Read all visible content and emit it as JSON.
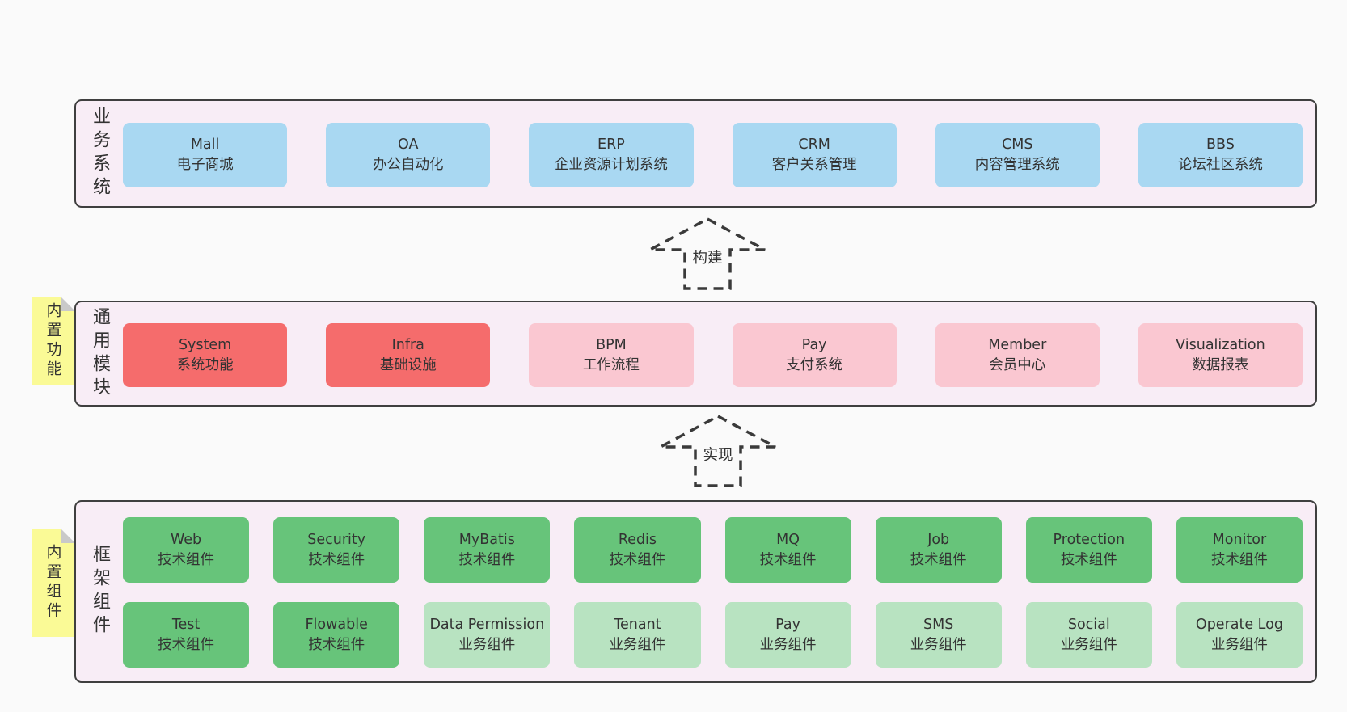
{
  "colors": {
    "page_bg": "#fafafa",
    "panel_bg": "#f8edf6",
    "panel_border": "#3f3f3f",
    "blue_box": "#a9d8f2",
    "red_box": "#f56c6c",
    "pink_box": "#fac7d1",
    "green_box": "#67c47a",
    "light_green_box": "#b8e3c1",
    "sticky_yellow": "#fafa96",
    "sticky_fold": "#c9c9c9"
  },
  "arrows": [
    {
      "label": "构建"
    },
    {
      "label": "实现"
    }
  ],
  "layers": [
    {
      "label": "业务系统",
      "rows": [
        {
          "items": [
            {
              "name": "Mall",
              "desc": "电子商城",
              "type": "blue"
            },
            {
              "name": "OA",
              "desc": "办公自动化",
              "type": "blue"
            },
            {
              "name": "ERP",
              "desc": "企业资源计划系统",
              "type": "blue"
            },
            {
              "name": "CRM",
              "desc": "客户关系管理",
              "type": "blue"
            },
            {
              "name": "CMS",
              "desc": "内容管理系统",
              "type": "blue"
            },
            {
              "name": "BBS",
              "desc": "论坛社区系统",
              "type": "blue"
            }
          ]
        }
      ]
    },
    {
      "label": "通用模块",
      "note": "内置功能",
      "rows": [
        {
          "items": [
            {
              "name": "System",
              "desc": "系统功能",
              "type": "red"
            },
            {
              "name": "Infra",
              "desc": "基础设施",
              "type": "red"
            },
            {
              "name": "BPM",
              "desc": "工作流程",
              "type": "pink"
            },
            {
              "name": "Pay",
              "desc": "支付系统",
              "type": "pink"
            },
            {
              "name": "Member",
              "desc": "会员中心",
              "type": "pink"
            },
            {
              "name": "Visualization",
              "desc": "数据报表",
              "type": "pink"
            }
          ]
        }
      ]
    },
    {
      "label": "框架组件",
      "note": "内置组件",
      "rows": [
        {
          "items": [
            {
              "name": "Web",
              "desc": "技术组件",
              "type": "green"
            },
            {
              "name": "Security",
              "desc": "技术组件",
              "type": "green"
            },
            {
              "name": "MyBatis",
              "desc": "技术组件",
              "type": "green"
            },
            {
              "name": "Redis",
              "desc": "技术组件",
              "type": "green"
            },
            {
              "name": "MQ",
              "desc": "技术组件",
              "type": "green"
            },
            {
              "name": "Job",
              "desc": "技术组件",
              "type": "green"
            },
            {
              "name": "Protection",
              "desc": "技术组件",
              "type": "green"
            },
            {
              "name": "Monitor",
              "desc": "技术组件",
              "type": "green"
            }
          ]
        },
        {
          "items": [
            {
              "name": "Test",
              "desc": "技术组件",
              "type": "green"
            },
            {
              "name": "Flowable",
              "desc": "技术组件",
              "type": "green"
            },
            {
              "name": "Data Permission",
              "desc": "业务组件",
              "type": "lightgreen"
            },
            {
              "name": "Tenant",
              "desc": "业务组件",
              "type": "lightgreen"
            },
            {
              "name": "Pay",
              "desc": "业务组件",
              "type": "lightgreen"
            },
            {
              "name": "SMS",
              "desc": "业务组件",
              "type": "lightgreen"
            },
            {
              "name": "Social",
              "desc": "业务组件",
              "type": "lightgreen"
            },
            {
              "name": "Operate Log",
              "desc": "业务组件",
              "type": "lightgreen"
            }
          ]
        }
      ]
    }
  ]
}
